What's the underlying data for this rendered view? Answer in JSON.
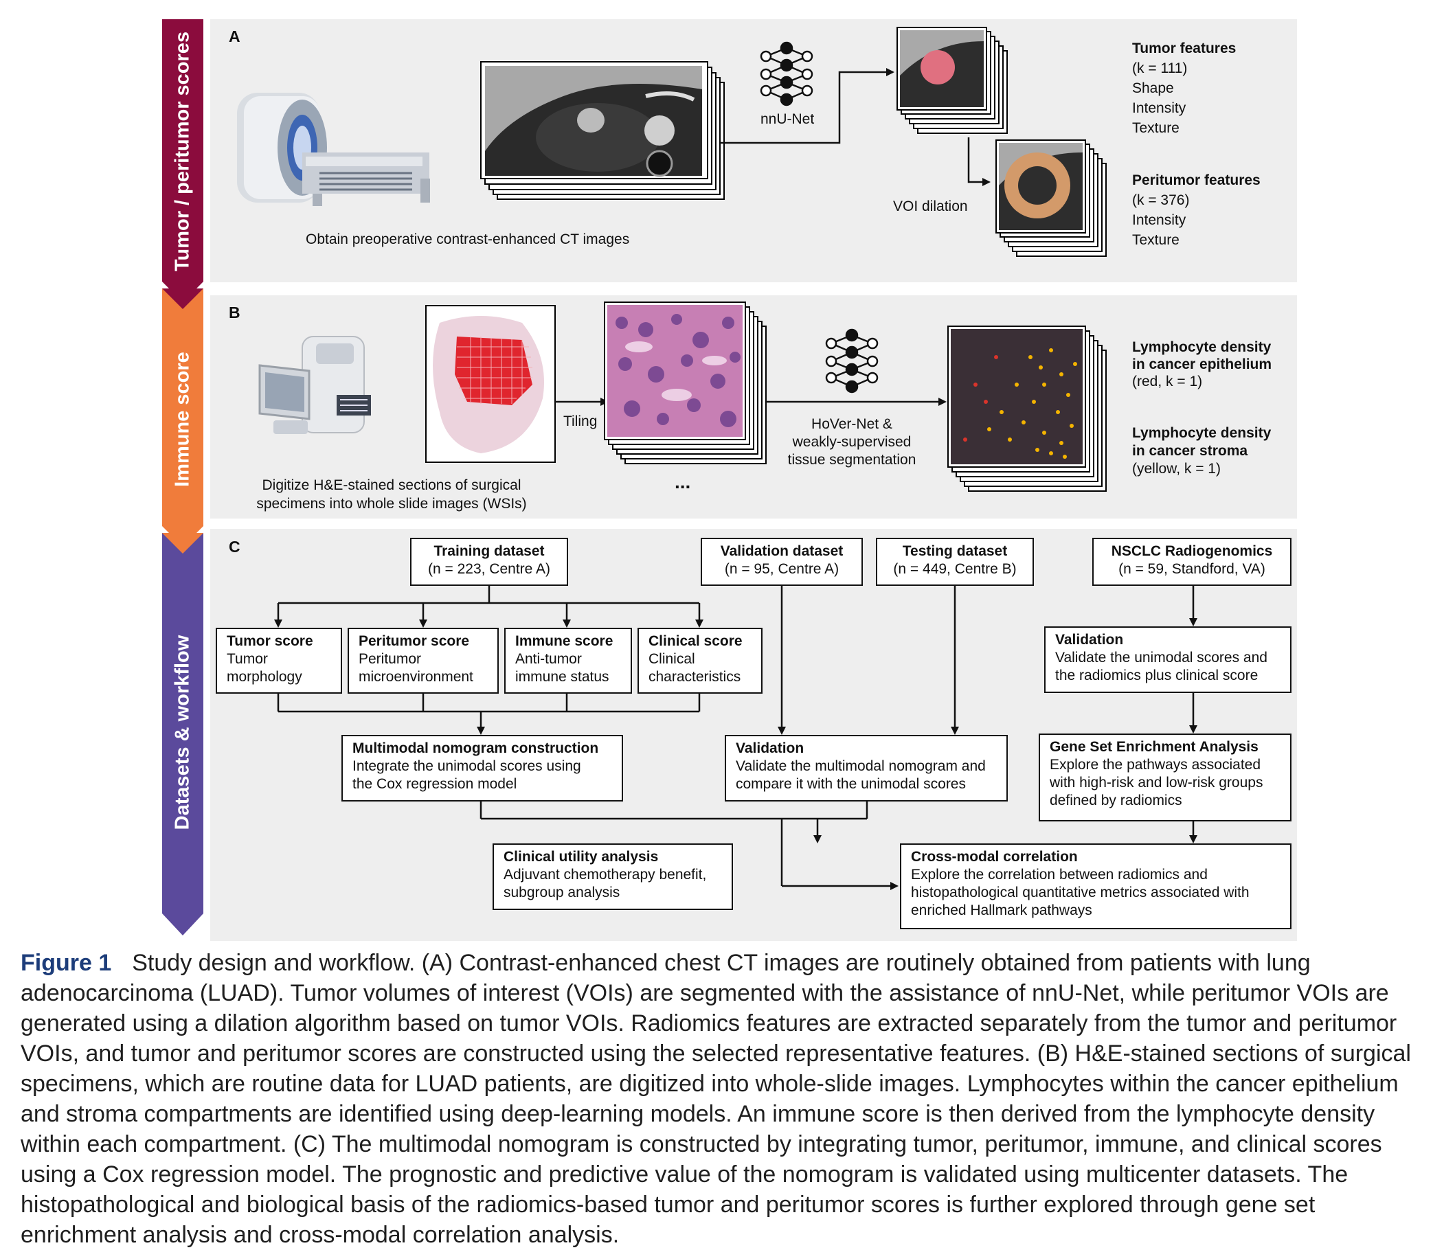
{
  "side_labels": {
    "a": "Tumor / peritumor scores",
    "b": "Immune score",
    "c": "Datasets & workflow"
  },
  "colors": {
    "a": "#8b0c3d",
    "b": "#f07c3b",
    "c": "#5b4a9c",
    "caption_label": "#1d3d7a"
  },
  "panel_a": {
    "label": "A",
    "ct_caption": "Obtain preoperative contrast-enhanced CT images",
    "network_label": "nnU-Net",
    "dilation_label": "VOI dilation",
    "tumor_features": {
      "title": "Tumor features",
      "lines": [
        "(k = 111)",
        "Shape",
        "Intensity",
        "Texture"
      ]
    },
    "peritumor_features": {
      "title": "Peritumor features",
      "lines": [
        "(k = 376)",
        "Intensity",
        "Texture"
      ]
    }
  },
  "panel_b": {
    "label": "B",
    "scanner_caption": [
      "Digitize H&E-stained sections of surgical",
      "specimens into whole slide images (WSIs)"
    ],
    "tiling_label": "Tiling",
    "ellipsis": "...",
    "network_label": [
      "HoVer-Net &",
      "weakly-supervised",
      "tissue segmentation"
    ],
    "epithelium": {
      "title": [
        "Lymphocyte density",
        "in cancer epithelium"
      ],
      "note": "(red, k = 1)"
    },
    "stroma": {
      "title": [
        "Lymphocyte density",
        "in cancer stroma"
      ],
      "note": "(yellow, k = 1)"
    }
  },
  "panel_c": {
    "label": "C",
    "training": {
      "title": "Training dataset",
      "sub": "(n = 223, Centre A)"
    },
    "validation_ds": {
      "title": "Validation dataset",
      "sub": "(n = 95, Centre A)"
    },
    "testing": {
      "title": "Testing dataset",
      "sub": "(n = 449, Centre B)"
    },
    "nsclc": {
      "title": "NSCLC Radiogenomics",
      "sub": "(n = 59, Standford, VA)"
    },
    "tumor_score": {
      "title": "Tumor score",
      "lines": [
        "Tumor",
        "morphology"
      ]
    },
    "peritumor_score": {
      "title": "Peritumor score",
      "lines": [
        "Peritumor",
        "microenvironment"
      ]
    },
    "immune_score": {
      "title": "Immune score",
      "lines": [
        "Anti-tumor",
        "immune status"
      ]
    },
    "clinical_score": {
      "title": "Clinical score",
      "lines": [
        "Clinical",
        "characteristics"
      ]
    },
    "nsclc_validation": {
      "title": "Validation",
      "lines": [
        "Validate the unimodal scores and",
        "the radiomics plus clinical score"
      ]
    },
    "nomogram": {
      "title": "Multimodal nomogram construction",
      "lines": [
        "Integrate the unimodal scores using",
        "the Cox regression model"
      ]
    },
    "validation": {
      "title": "Validation",
      "lines": [
        "Validate the multimodal nomogram and",
        "compare it with the unimodal scores"
      ]
    },
    "gsea": {
      "title": "Gene Set Enrichment Analysis",
      "lines": [
        "Explore the pathways associated",
        "with high-risk and low-risk groups",
        "defined by radiomics"
      ]
    },
    "clinical_utility": {
      "title": "Clinical utility analysis",
      "lines": [
        "Adjuvant chemotherapy benefit,",
        "subgroup analysis"
      ]
    },
    "cross_modal": {
      "title": "Cross-modal correlation",
      "lines": [
        "Explore the correlation between radiomics and",
        "histopathological quantitative metrics associated with",
        "enriched Hallmark pathways"
      ]
    }
  },
  "caption": {
    "label": "Figure 1",
    "text": "Study design and workflow. (A) Contrast-enhanced chest CT images are routinely obtained from patients with lung adenocarcinoma (LUAD). Tumor volumes of interest (VOIs) are segmented with the assistance of nnU-Net, while peritumor VOIs are generated using a dilation algorithm based on tumor VOIs. Radiomics features are extracted separately from the tumor and peritumor VOIs, and tumor and peritumor scores are constructed using the selected representative features. (B) H&E-stained sections of surgical specimens, which are routine data for LUAD patients, are digitized into whole-slide images. Lymphocytes within the cancer epithelium and stroma compartments are identified using deep-learning models. An immune score is then derived from the lymphocyte density within each compartment. (C) The multimodal nomogram is constructed by integrating tumor, peritumor, immune, and clinical scores using a Cox regression model. The prognostic and predictive value of the nomogram is validated using multicenter datasets. The histopathological and biological basis of the radiomics-based tumor and peritumor scores is further explored through gene set enrichment analysis and cross-modal correlation analysis."
  }
}
